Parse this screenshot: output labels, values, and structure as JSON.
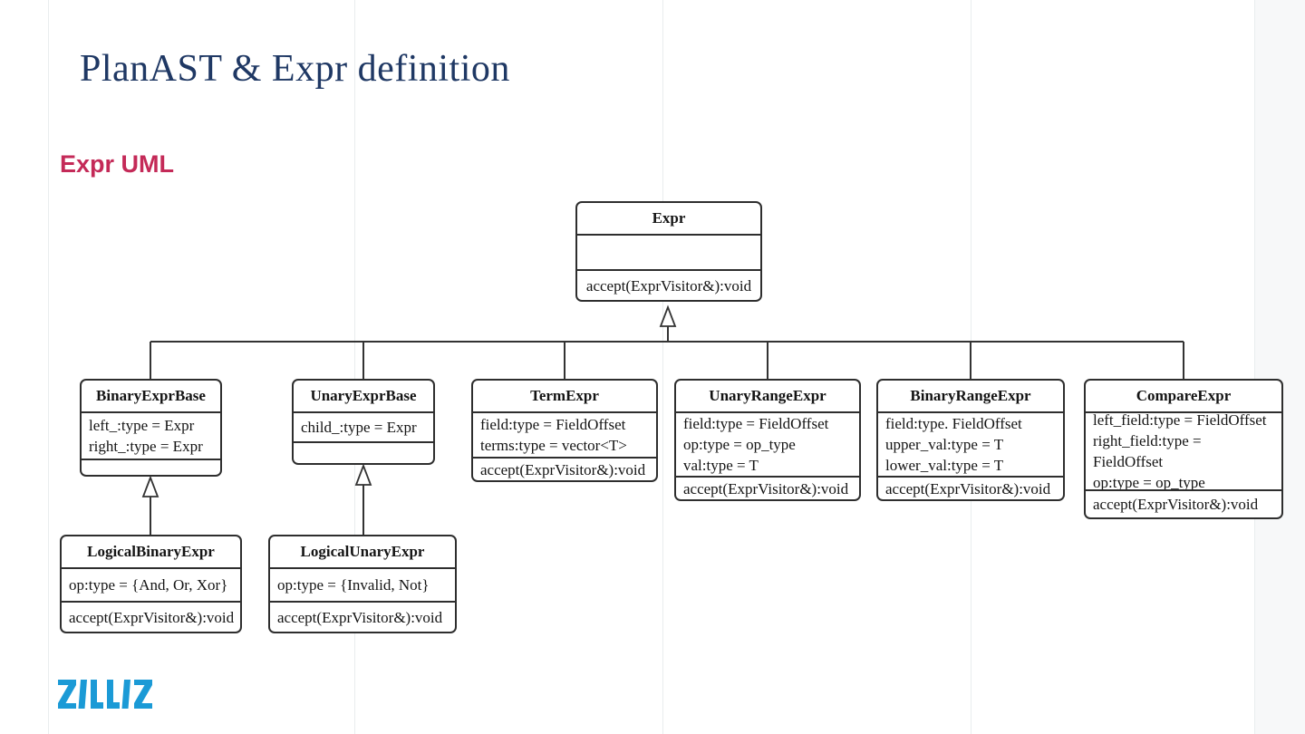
{
  "slide": {
    "title": "PlanAST & Expr definition",
    "subtitle": "Expr UML",
    "logo_text": "ZILLIZ"
  },
  "colors": {
    "title_navy": "#1f3864",
    "subtitle_crimson": "#c42a58",
    "logo_blue": "#1b9ad6",
    "box_border": "#2e2e2e"
  },
  "diagram": {
    "classes": [
      {
        "name": "Expr",
        "attributes": [],
        "methods": [
          "accept(ExprVisitor&):void"
        ]
      },
      {
        "name": "BinaryExprBase",
        "attributes": [
          "left_:type = Expr",
          "right_:type = Expr"
        ],
        "methods": []
      },
      {
        "name": "UnaryExprBase",
        "attributes": [
          "child_:type = Expr"
        ],
        "methods": []
      },
      {
        "name": "TermExpr",
        "attributes": [
          "field:type = FieldOffset",
          "terms:type = vector<T>"
        ],
        "methods": [
          "accept(ExprVisitor&):void"
        ]
      },
      {
        "name": "UnaryRangeExpr",
        "attributes": [
          "field:type = FieldOffset",
          "op:type = op_type",
          "val:type = T"
        ],
        "methods": [
          "accept(ExprVisitor&):void"
        ]
      },
      {
        "name": "BinaryRangeExpr",
        "attributes": [
          "field:type. FieldOffset",
          "upper_val:type = T",
          "lower_val:type = T"
        ],
        "methods": [
          "accept(ExprVisitor&):void"
        ]
      },
      {
        "name": "CompareExpr",
        "attributes": [
          "left_field:type = FieldOffset",
          "right_field:type = FieldOffset",
          "op:type = op_type"
        ],
        "methods": [
          "accept(ExprVisitor&):void"
        ]
      },
      {
        "name": "LogicalBinaryExpr",
        "attributes": [
          "op:type = {And, Or, Xor}"
        ],
        "methods": [
          "accept(ExprVisitor&):void"
        ]
      },
      {
        "name": "LogicalUnaryExpr",
        "attributes": [
          "op:type = {Invalid, Not}"
        ],
        "methods": [
          "accept(ExprVisitor&):void"
        ]
      }
    ],
    "relations": [
      "BinaryExprBase extends Expr",
      "UnaryExprBase extends Expr",
      "TermExpr extends Expr",
      "UnaryRangeExpr extends Expr",
      "BinaryRangeExpr extends Expr",
      "CompareExpr extends Expr",
      "LogicalBinaryExpr extends BinaryExprBase",
      "LogicalUnaryExpr extends UnaryExprBase"
    ]
  }
}
